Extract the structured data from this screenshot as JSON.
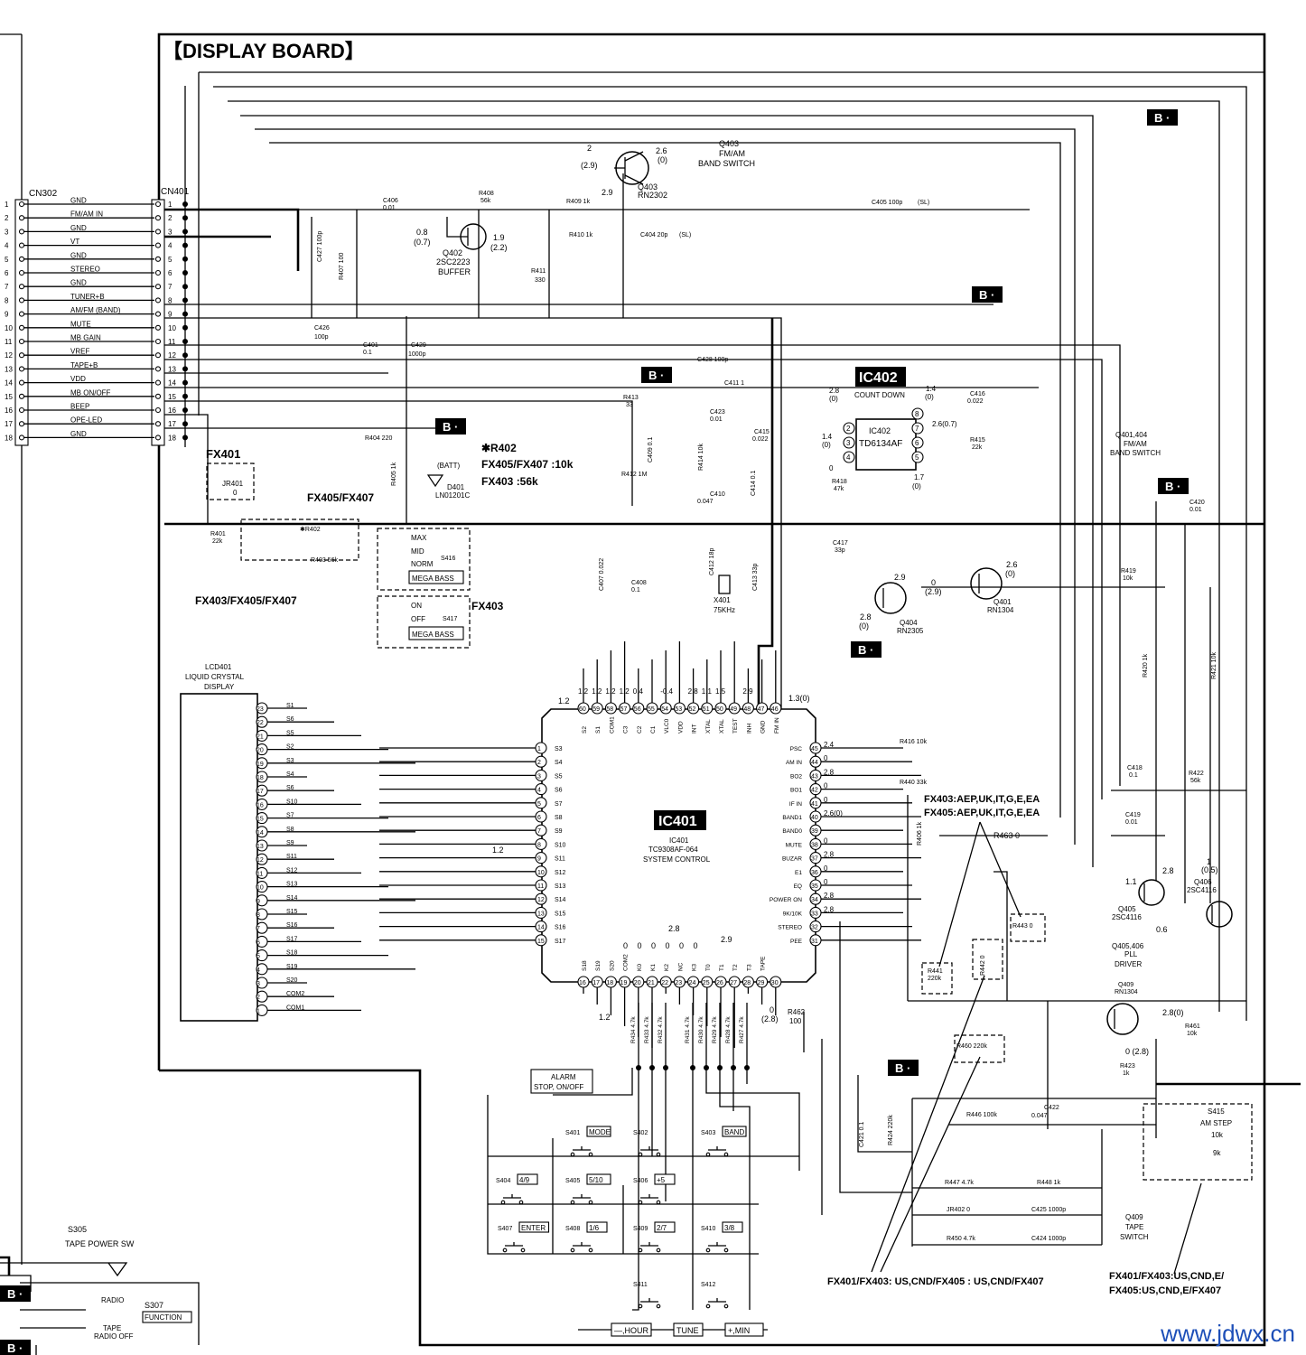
{
  "board_title": "【DISPLAY BOARD】",
  "watermark": "www.jdwx.cn",
  "tag_b": "B",
  "connectors": {
    "left_name": "CN302",
    "right_name": "CN401",
    "pins": [
      "1",
      "2",
      "3",
      "4",
      "5",
      "6",
      "7",
      "8",
      "9",
      "10",
      "11",
      "12",
      "13",
      "14",
      "15",
      "16",
      "17",
      "18"
    ],
    "signals": [
      "GND",
      "FM/AM IN",
      "GND",
      "VT",
      "GND",
      "STEREO",
      "GND",
      "TUNER+B",
      "AM/FM (BAND)",
      "MUTE",
      "MB GAIN",
      "VREF",
      "TAPE+B",
      "VDD",
      "MB ON/OFF",
      "BEEP",
      "OPE-LED",
      "GND"
    ]
  },
  "ic401": {
    "tag": "IC401",
    "sub1": "IC401",
    "sub2": "TC9308AF-064",
    "sub3": "SYSTEM CONTROL",
    "left_pins": [
      "1",
      "2",
      "3",
      "4",
      "5",
      "6",
      "7",
      "8",
      "9",
      "10",
      "11",
      "12",
      "13",
      "14",
      "15"
    ],
    "left_names": [
      "S3",
      "S4",
      "S5",
      "S6",
      "S7",
      "S8",
      "S9",
      "S10",
      "S11",
      "S12",
      "S13",
      "S14",
      "S15",
      "S16",
      "S17"
    ],
    "top_pins": [
      "60",
      "59",
      "58",
      "57",
      "56",
      "55",
      "54",
      "53",
      "52",
      "51",
      "50",
      "49",
      "48",
      "47",
      "46"
    ],
    "top_names": [
      "S2",
      "S1",
      "COM1",
      "C3",
      "C2",
      "C1",
      "VLC0",
      "VDD",
      "INT",
      "XTAL",
      "XTAL",
      "TEST",
      "INH",
      "GND",
      "FM IN"
    ],
    "top_volts": [
      "1.2",
      "1.2",
      "1.2",
      "1.2",
      "0.4",
      "",
      "-0.4",
      "",
      "2.8",
      "1.1",
      "1.5",
      "",
      "2.9",
      "",
      ""
    ],
    "right_pins": [
      "45",
      "44",
      "43",
      "42",
      "41",
      "40",
      "39",
      "38",
      "37",
      "36",
      "35",
      "34",
      "33",
      "32",
      "31"
    ],
    "right_names": [
      "PSC",
      "AM IN",
      "BO2",
      "BO1",
      "IF IN",
      "BAND1",
      "BAND0",
      "MUTE",
      "BUZAR",
      "E1",
      "EQ",
      "POWER ON",
      "9K/10K",
      "STEREO",
      "PEE"
    ],
    "right_volts": [
      "2.4",
      "0",
      "2.8",
      "0",
      "0",
      "2.6(0)",
      "",
      "0",
      "2.8",
      "0",
      "0",
      "2.8",
      "2.8",
      "",
      ""
    ],
    "bottom_pins": [
      "16",
      "17",
      "18",
      "19",
      "20",
      "21",
      "22",
      "23",
      "24",
      "25",
      "26",
      "27",
      "28",
      "29",
      "30"
    ],
    "bottom_names": [
      "S18",
      "S19",
      "S20",
      "COM2",
      "K0",
      "K1",
      "K2",
      "NC",
      "K3",
      "T0",
      "T1",
      "T2",
      "T3",
      "TAPE",
      ""
    ]
  },
  "lcd": {
    "name": "LCD401",
    "line1": "LIQUID CRYSTAL",
    "line2": "DISPLAY",
    "pins": [
      "23",
      "22",
      "21",
      "20",
      "19",
      "18",
      "17",
      "16",
      "15",
      "14",
      "13",
      "12",
      "11",
      "10",
      "9",
      "8",
      "7",
      "6",
      "5",
      "4",
      "3",
      "2",
      "1"
    ],
    "segs": [
      "S1",
      "S6",
      "S5",
      "S2",
      "S3",
      "S4",
      "S6",
      "S10",
      "S7",
      "S8",
      "S9",
      "S11",
      "S12",
      "S13",
      "S14",
      "S15",
      "S16",
      "S17",
      "S18",
      "S19",
      "S20",
      "COM2",
      "COM1"
    ]
  },
  "ic402": {
    "tag": "IC402",
    "title": "COUNT DOWN",
    "name": "IC402",
    "part": "TD6134AF",
    "pins": [
      "2",
      "3",
      "4",
      "8",
      "7",
      "6",
      "5"
    ]
  },
  "transistors": {
    "q403_label": "Q403",
    "q403_desc": "FM/AM",
    "q403_desc2": "BAND SWITCH",
    "q403_part": "Q403",
    "q403_part2": "RN2302",
    "q402": "Q402",
    "q402_part": "2SC2223",
    "q402_desc": "BUFFER",
    "q404": "Q404",
    "q404_part": "RN2305",
    "q401": "Q401",
    "q401_part": "RN1304",
    "q401_404": "Q401,404",
    "q401_404_d1": "FM/AM",
    "q401_404_d2": "BAND SWITCH",
    "q405": "Q405",
    "q405_part": "2SC4116",
    "q406": "Q406",
    "q406_part": "2SC4116",
    "q405_406": "Q405,406",
    "pll": "PLL",
    "driver": "DRIVER",
    "q409": "Q409",
    "q409_part": "RN1304",
    "q409_b": "Q409",
    "q409_b2": "TAPE",
    "q409_b3": "SWITCH",
    "d401": "D401",
    "d401_part": "LN01201C",
    "batt": "(BATT)"
  },
  "components": {
    "c406": "C406",
    "c406v": "0.01",
    "r408": "R408",
    "r408v": "56k",
    "r409": "R409 1k",
    "r410": "R410 1k",
    "c404": "C404 20p",
    "sl": "(SL)",
    "c405": "C405 100p",
    "c427": "C427 100p",
    "r407": "R407 100",
    "r411": "R411",
    "r411v": "330",
    "c426": "C426",
    "c426v": "100p",
    "c401": "C401",
    "c401v": "0.1",
    "c429": "C429",
    "c429v": "1000p",
    "c428": "C428 100p",
    "c411": "C411 1",
    "r413": "R413",
    "r413v": "33",
    "c423": "C423",
    "c423v": "0.01",
    "c409": "C409 0.1",
    "r414": "R414 10k",
    "r404": "R404 220",
    "r405": "R405 1k",
    "r412": "R412 1M",
    "c410": "C410",
    "c410v": "0.047",
    "c414": "C414 0.1",
    "c415": "C415",
    "c415v": "0.022",
    "c416": "C416",
    "c416v": "0.022",
    "r415": "R415",
    "r415v": "22k",
    "r418": "R418",
    "r418v": "47k",
    "c407": "C407 0.022",
    "c408": "C408",
    "c408v": "0.1",
    "c412": "C412 18p",
    "c413": "C413 33p",
    "x401": "X401",
    "x401v": "75KHz",
    "c417": "C417",
    "c417v": "33p",
    "c420": "C420",
    "c420v": "0.01",
    "r419": "R419",
    "r419v": "10k",
    "r420": "R420 1k",
    "r421": "R421 10k",
    "r416": "R416 10k",
    "r440": "R440 33k",
    "r406": "R406 1k",
    "r463": "R463 0",
    "r443": "R443 0",
    "r441": "R441",
    "r441v": "220k",
    "r442": "R442 0",
    "r460": "R460 220k",
    "c418": "C418",
    "c418v": "0.1",
    "c419": "C419",
    "c419v": "0.01",
    "r422": "R422",
    "r422v": "56k",
    "r461": "R461",
    "r461v": "10k",
    "r462": "R462",
    "r462v": "100",
    "r423": "R423",
    "r423v": "1k",
    "c421": "C421 0.1",
    "r424": "R424 220k",
    "r446": "R446 100k",
    "c422": "C422",
    "c422v": "0.047",
    "r447": "R447 4.7k",
    "r448": "R448 1k",
    "jr402": "JR402 0",
    "c425": "C425 1000p",
    "r450": "R450 4.7k",
    "c424": "C424 1000p",
    "r401": "R401",
    "r401v": "22k",
    "r402": "✱R402",
    "r403": "R403 56k",
    "jr401": "JR401",
    "jr401v": "0",
    "fx401": "FX401",
    "r434": "R434 4.7k",
    "r433": "R433 4.7k",
    "r432": "R432 4.7k",
    "r431": "R431 4.7k",
    "r430": "R430 4.7k",
    "r429": "R429 4.7k",
    "r428": "R428 4.7k",
    "r427": "R427 4.7k"
  },
  "notes": {
    "r402_head": "✱R402",
    "r402_l1": "FX405/FX407 :10k",
    "r402_l2": "FX403 :56k",
    "fx405_407": "FX405/FX407",
    "fx403_405_407": "FX403/FX405/FX407",
    "fx403": "FX403",
    "fx403_aep": "FX403:AEP,UK,IT,G,E,EA",
    "fx405_aep": "FX405:AEP,UK,IT,G,E,EA",
    "bottom_note": "FX401/FX403: US,CND/FX405 : US,CND/FX407",
    "right_note1": "FX401/FX403:US,CND,E/",
    "right_note2": "FX405:US,CND,E/FX407"
  },
  "switches": {
    "s416": "S416",
    "s416_items": [
      "MAX",
      "MID",
      "NORM",
      "MEGA BASS"
    ],
    "s417": "S417",
    "s417_items": [
      "ON",
      "OFF",
      "MEGA BASS"
    ],
    "alarm1": "ALARM",
    "alarm2": "STOP, ON/OFF",
    "keys": [
      {
        "id": "S401",
        "label": "MODE"
      },
      {
        "id": "S402",
        "label": ""
      },
      {
        "id": "S403",
        "label": "BAND"
      },
      {
        "id": "S404",
        "label": "4/9"
      },
      {
        "id": "S405",
        "label": "5/10"
      },
      {
        "id": "S406",
        "label": "+5"
      },
      {
        "id": "S407",
        "label": "ENTER"
      },
      {
        "id": "S408",
        "label": "1/6"
      },
      {
        "id": "S409",
        "label": "2/7"
      },
      {
        "id": "S410",
        "label": "3/8"
      },
      {
        "id": "S411",
        "label": ""
      },
      {
        "id": "S412",
        "label": ""
      }
    ],
    "hour": "—,HOUR",
    "tune": "TUNE",
    "min": "+,MIN",
    "s415": "S415",
    "s415_d1": "AM STEP",
    "s415_d2": "10k",
    "s415_d3": "9k",
    "s305": "S305",
    "s305_d": "TAPE POWER SW",
    "s307": "S307",
    "s307_d": "FUNCTION",
    "radio": "RADIO",
    "tape": "TAPE",
    "radio_off": "RADIO OFF"
  },
  "volts": {
    "v_q403_b": "2",
    "v_q403_b2": "(2.9)",
    "v_q403_c": "2.6",
    "v_q403_c2": "(0)",
    "v_q403_e": "2.9",
    "v_q402_b": "0.8",
    "v_q402_b2": "(0.7)",
    "v_q402_c": "1.9",
    "v_q402_c2": "(2.2)",
    "v_ic402_2": "2.8",
    "v_ic402_2b": "(0)",
    "v_ic402_8": "1.4",
    "v_ic402_8b": "(0)",
    "v_ic402_3": "1.4",
    "v_ic402_3b": "(0)",
    "v_ic402_7": "2.6(0.7)",
    "v_ic402_4": "0",
    "v_ic402_5": "1.7",
    "v_ic402_5b": "(0)",
    "v_q404_e": "2.9",
    "v_q404_c": "0",
    "v_q404_c2": "(2.9)",
    "v_q404_b": "2.8",
    "v_q404_b2": "(0)",
    "v_q401_c": "2.6",
    "v_q401_c2": "(0)",
    "v_q405": "1.1",
    "v_q405_c": "2.8",
    "v_q406": "1",
    "v_q406_2": "(0.5)",
    "v_q405_e": "0.6",
    "v_q409": "2.8(0)",
    "v_q409_e": "0 (2.8)",
    "v_ic_top_46": "1.3(0)",
    "v_ic_top_60": "1.2",
    "v_pin30": "0",
    "v_pin30b": "(2.8)",
    "v_bottom_a": "2.8",
    "v_bottom_b": "2.9",
    "v_bottom_zeros": "0",
    "v_pin9": "1.2",
    "v_bottom_12": "1.2"
  }
}
